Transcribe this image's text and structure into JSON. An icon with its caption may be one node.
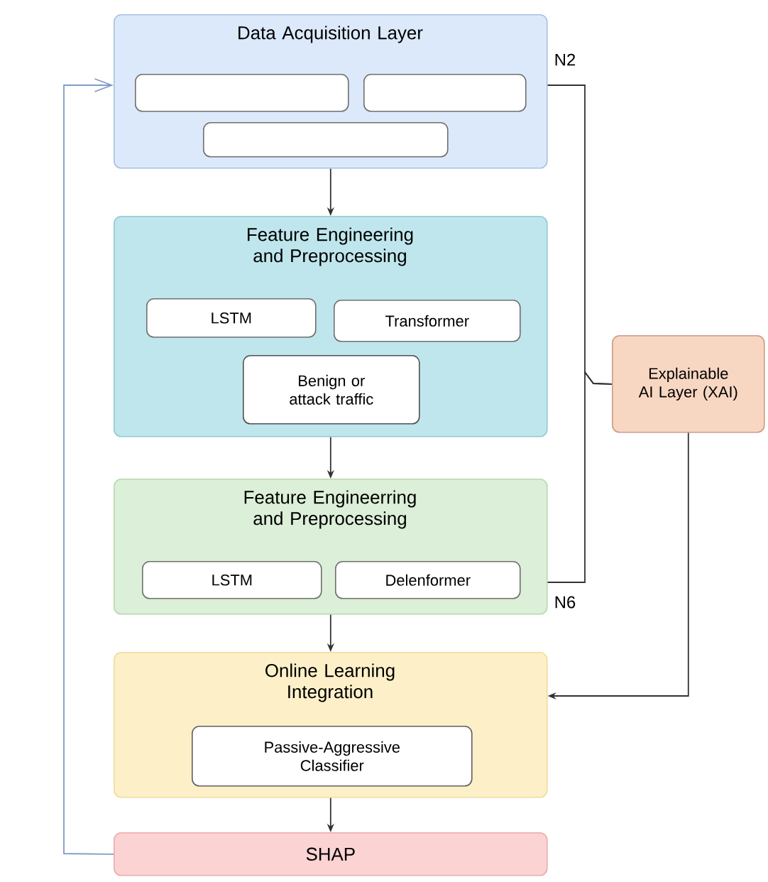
{
  "diagram": {
    "nodes": [
      {
        "text": [
          "Data Acquisition Layer"
        ]
      },
      {
        "text": [],
        "shape": "box",
        "in": 0
      },
      {
        "text": [],
        "shape": "box",
        "in": 0
      },
      {
        "text": [],
        "shape": "box",
        "in": 0
      },
      {
        "text": [
          "Feature Engineering and Preprocessing"
        ]
      },
      {
        "text": [
          "LSTM"
        ],
        "in": 4
      },
      {
        "text": [
          "Transformer"
        ],
        "in": 4
      },
      {
        "text": [
          "Benign or attack traffic"
        ],
        "in": 4
      },
      {
        "text": [
          "Feature Engineerring and Preprocessing"
        ]
      },
      {
        "text": [
          "LSTM"
        ],
        "in": 8
      },
      {
        "text": [
          "Delenformer"
        ],
        "in": 8
      },
      {
        "text": [
          "Online Learning Integration"
        ]
      },
      {
        "text": [
          "Passive-Aggressive Classifier"
        ],
        "in": 11
      },
      {
        "text": [
          "SHAP"
        ]
      },
      {
        "text": [
          "Explainable AI Layer (XAI)"
        ]
      }
    ],
    "edges": [
      {
        "from": 0,
        "to": 4,
        "arrow": "to"
      },
      {
        "from": 4,
        "to": 8,
        "arrow": "to"
      },
      {
        "from": 8,
        "to": 11,
        "arrow": "to"
      },
      {
        "from": 11,
        "to": 13,
        "arrow": "to"
      },
      {
        "from": 13,
        "to": 0,
        "arrow": "to",
        "color": "#7f9cc8"
      },
      {
        "from": 0,
        "to": 14,
        "arrow": "none",
        "label": "N2"
      },
      {
        "from": 8,
        "to": 14,
        "arrow": "none",
        "label": "N6"
      },
      {
        "from": 14,
        "to": 11,
        "arrow": "to"
      }
    ]
  }
}
